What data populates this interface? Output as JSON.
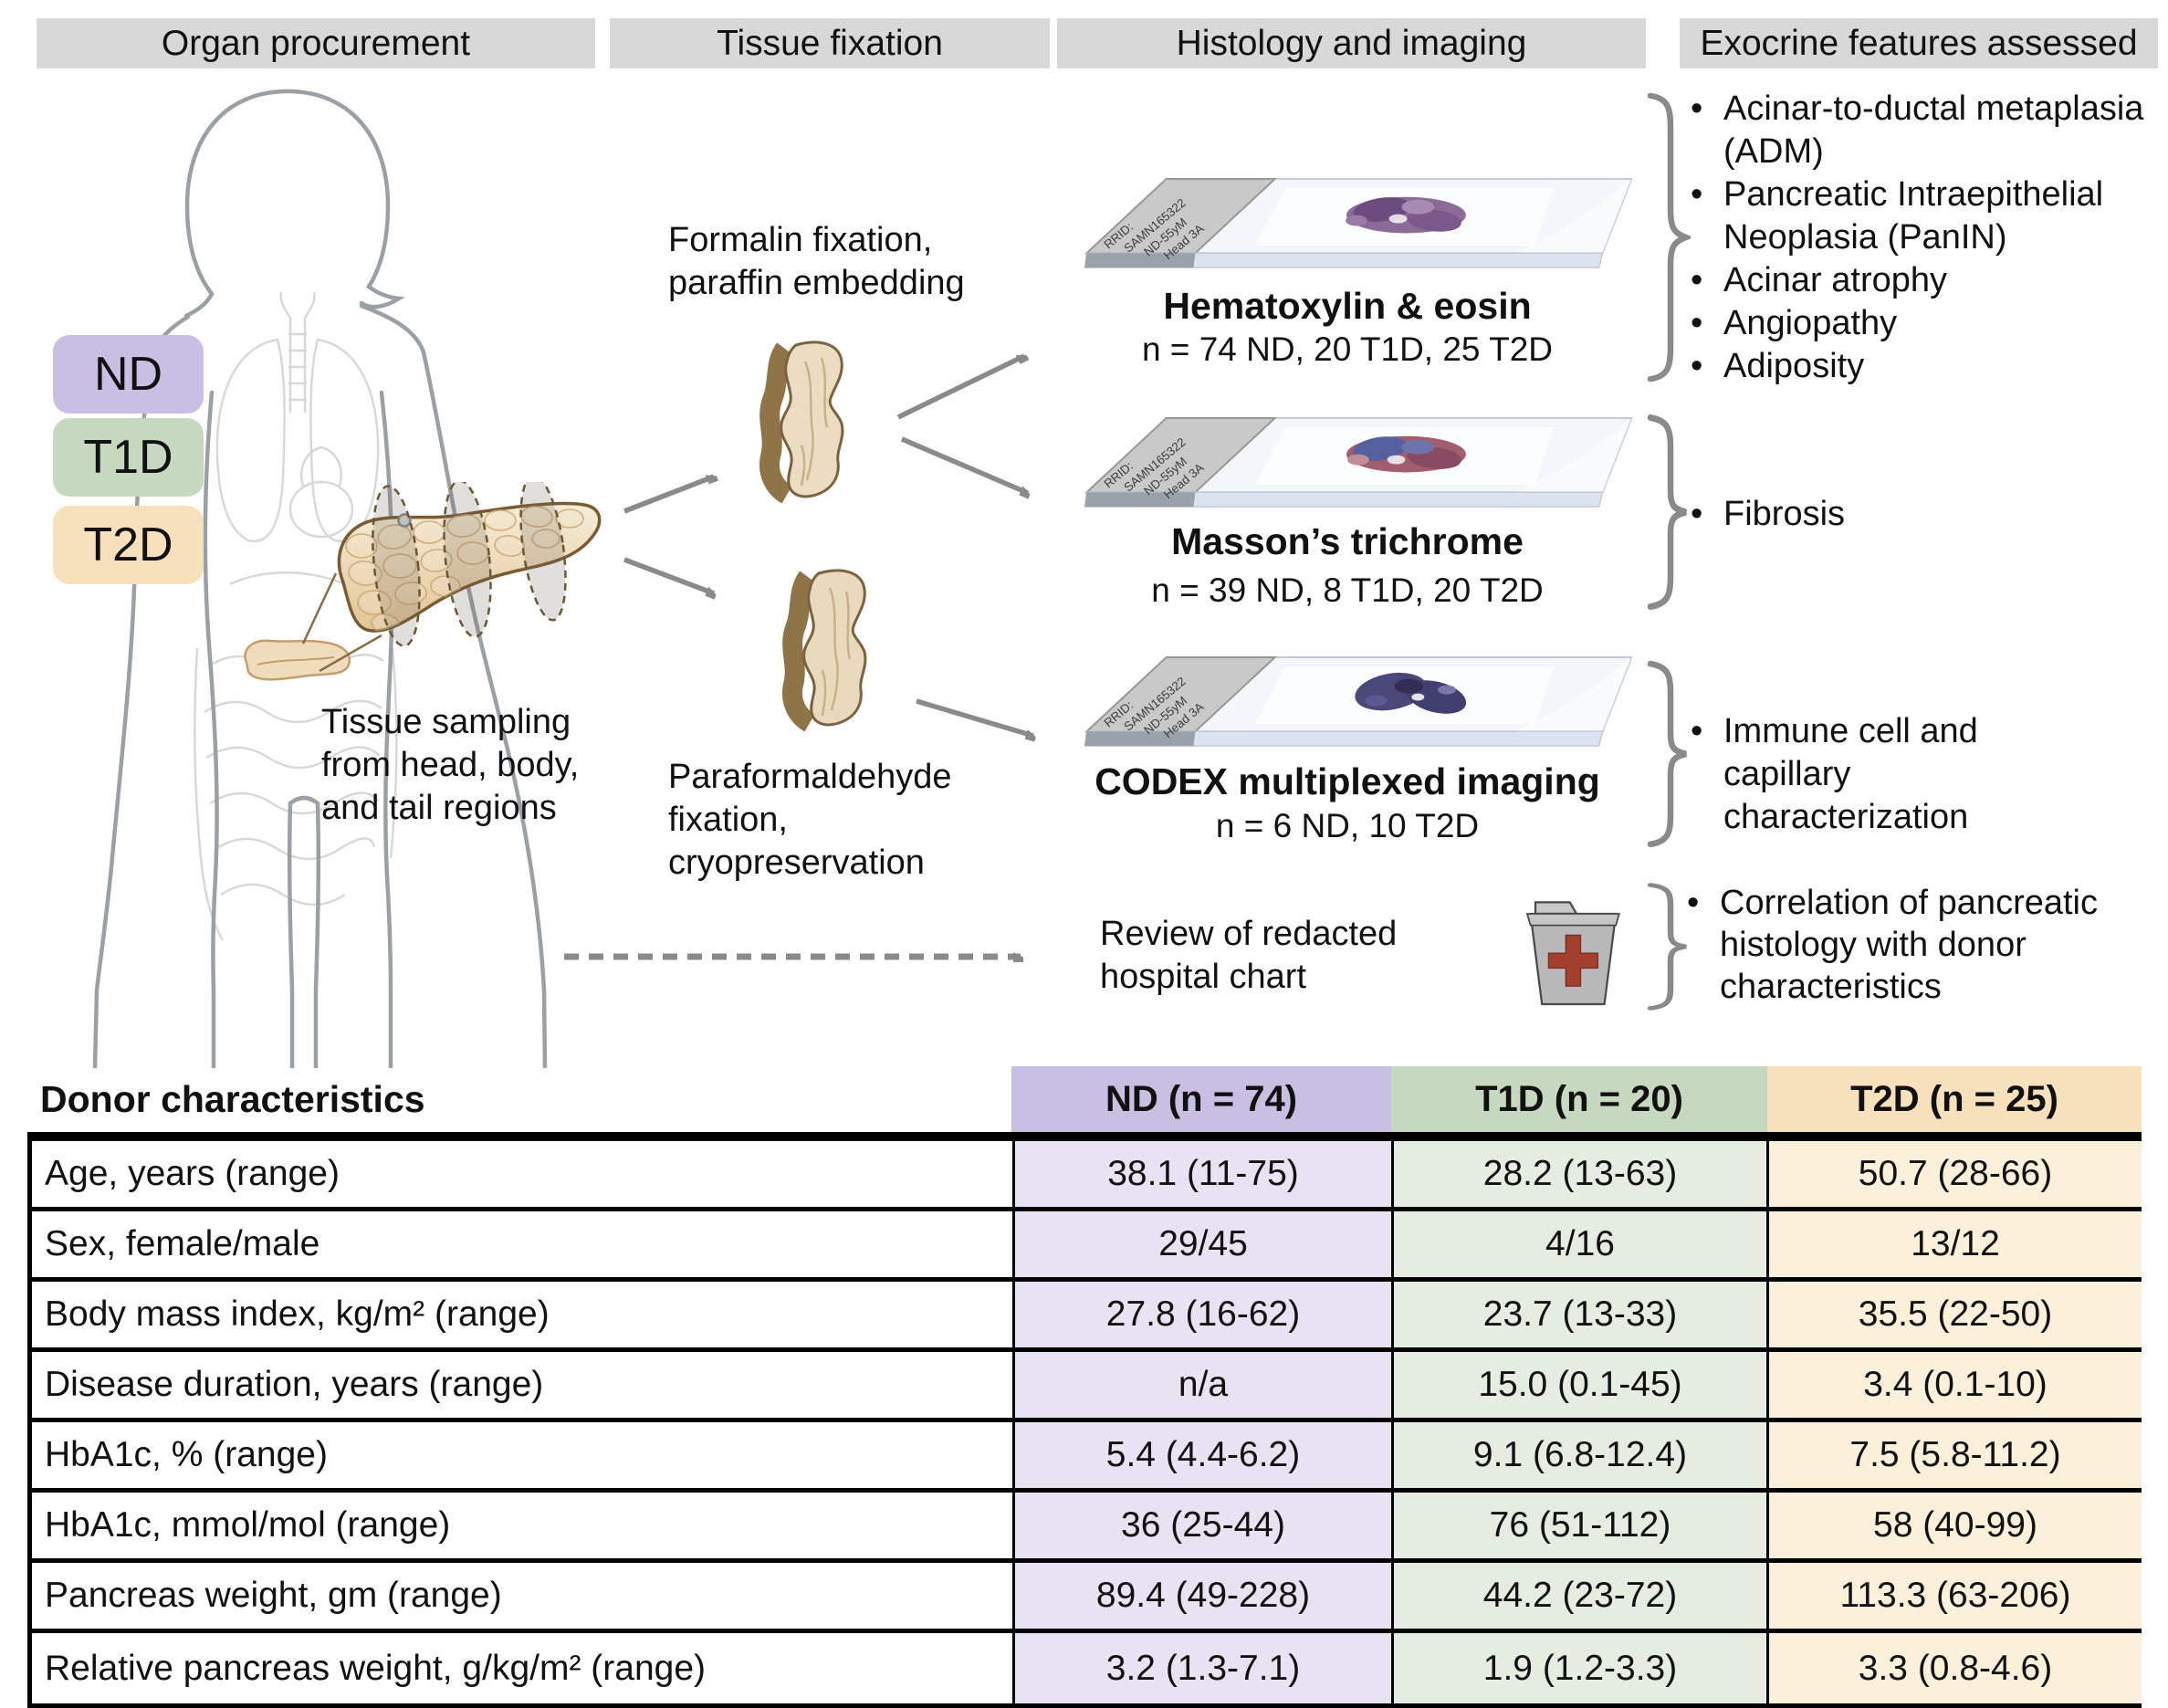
{
  "title_bars": {
    "organ": "Organ procurement",
    "fixation": "Tissue fixation",
    "histology": "Histology and imaging",
    "exocrine": "Exocrine features assessed"
  },
  "group_labels": {
    "nd": "ND",
    "t1d": "T1D",
    "t2d": "T2D"
  },
  "colors": {
    "nd": "#c9bfe3",
    "nd_light": "#e7e3f2",
    "t1d": "#c6d9c0",
    "t1d_light": "#e4eddf",
    "t2d": "#f7e1bd",
    "t2d_light": "#fbf0da",
    "bar": "#d8d8d8",
    "arrow": "#8a8a8a",
    "cross": "#a23f2d"
  },
  "icons": {
    "bullet": "•",
    "chart_folder": "medical-chart-folder-icon"
  },
  "annotations": {
    "tissue_sampling": "Tissue sampling from head, body, and tail regions",
    "formalin": "Formalin fixation, paraffin embedding",
    "paraformaldehyde": "Paraformaldehyde fixation, cryopreservation",
    "chart_review": "Review of redacted hospital chart"
  },
  "slide_label_lines": [
    "RRID:",
    "SAMN165322",
    "ND-55yM",
    "Head 3A"
  ],
  "slides": {
    "he": {
      "title": "Hematoxylin & eosin",
      "n": "n = 74 ND, 20 T1D, 25 T2D"
    },
    "masson": {
      "title": "Masson’s trichrome",
      "n": "n = 39 ND, 8 T1D, 20 T2D"
    },
    "codex": {
      "title": "CODEX multiplexed imaging",
      "n": "n = 6 ND, 10 T2D"
    }
  },
  "features": {
    "exocrine": [
      "Acinar-to-ductal metaplasia (ADM)",
      "Pancreatic Intraepithelial Neoplasia (PanIN)",
      "Acinar atrophy",
      "Angiopathy",
      "Adiposity"
    ],
    "fibrosis": [
      "Fibrosis"
    ],
    "immune": [
      "Immune cell and capillary characterization"
    ],
    "correlation": [
      "Correlation of pancreatic histology with donor characteristics"
    ]
  },
  "table": {
    "title": "Donor characteristics",
    "columns": [
      "ND (n = 74)",
      "T1D (n = 20)",
      "T2D (n = 25)"
    ],
    "rows": [
      {
        "label": "Age, years (range)",
        "nd": "38.1 (11-75)",
        "t1d": "28.2 (13-63)",
        "t2d": "50.7 (28-66)"
      },
      {
        "label": "Sex, female/male",
        "nd": "29/45",
        "t1d": "4/16",
        "t2d": "13/12"
      },
      {
        "label": "Body mass index, kg/m² (range)",
        "nd": "27.8 (16-62)",
        "t1d": "23.7 (13-33)",
        "t2d": "35.5 (22-50)"
      },
      {
        "label": "Disease duration, years (range)",
        "nd": "n/a",
        "t1d": "15.0 (0.1-45)",
        "t2d": "3.4 (0.1-10)"
      },
      {
        "label": "HbA1c, % (range)",
        "nd": "5.4 (4.4-6.2)",
        "t1d": "9.1 (6.8-12.4)",
        "t2d": "7.5 (5.8-11.2)"
      },
      {
        "label": "HbA1c, mmol/mol (range)",
        "nd": "36 (25-44)",
        "t1d": "76 (51-112)",
        "t2d": "58 (40-99)"
      },
      {
        "label": "Pancreas weight, gm (range)",
        "nd": "89.4 (49-228)",
        "t1d": "44.2 (23-72)",
        "t2d": "113.3 (63-206)"
      },
      {
        "label": "Relative pancreas weight, g/kg/m² (range)",
        "nd": "3.2 (1.3-7.1)",
        "t1d": "1.9 (1.2-3.3)",
        "t2d": "3.3 (0.8-4.6)"
      }
    ]
  }
}
